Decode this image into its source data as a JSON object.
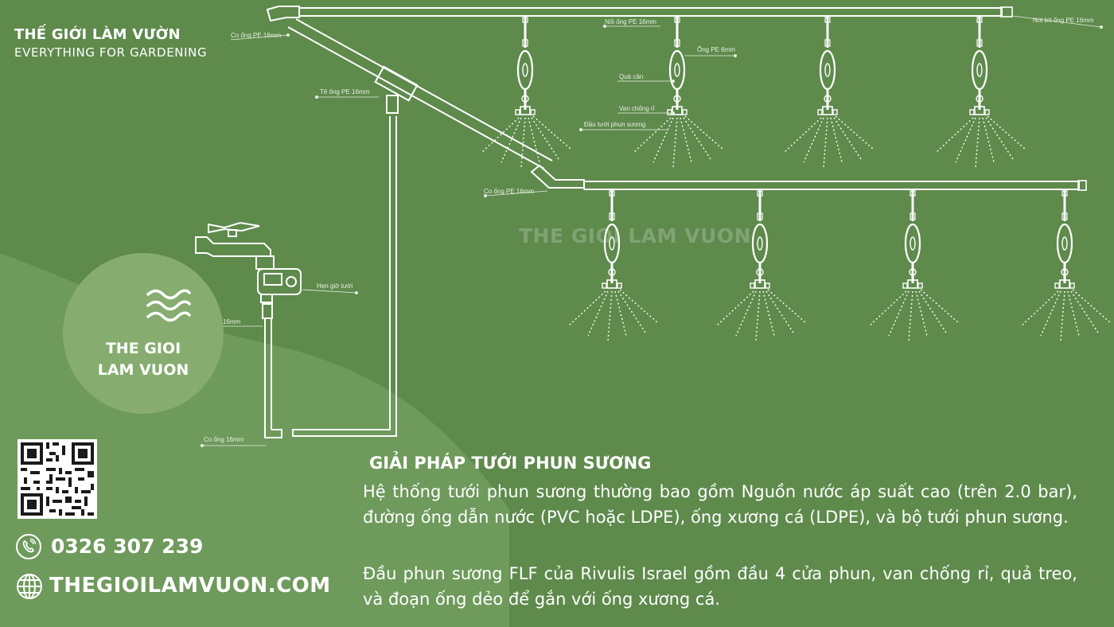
{
  "brand": {
    "title": "THẾ GIỚI LÀM VƯỜN",
    "subtitle": "EVERYTHING FOR GARDENING"
  },
  "logo": {
    "line1": "THE GIOI",
    "line2": "LAM VUON",
    "icon": "waves-icon"
  },
  "watermark": "THE GIOI LAM VUON",
  "diagram_labels": {
    "co_ong_top": "Co ống PE 16mm",
    "te_ong": "Tê ống PE 16mm",
    "co_ong_mid": "Co ống PE 16mm",
    "noi_ong": "Nối ống PE 16mm",
    "ong_pe": "Ống PE 6mm",
    "qua_can": "Quả cân",
    "van_chong_ri": "Van chống rỉ",
    "dau_tuoi": "Đầu tưới phun sương",
    "nut_bit": "Nút bít ống PE 16mm",
    "hen_gio": "Hẹn giờ tưới",
    "pipe_16": "16mm",
    "co_ong_bottom": "Co ống 16mm"
  },
  "contact": {
    "phone": "0326 307 239",
    "website": "THEGIOILAMVUON.COM",
    "phone_icon": "phone-icon",
    "globe_icon": "globe-icon"
  },
  "content": {
    "heading": "GIẢI PHÁP TƯỚI PHUN SƯƠNG",
    "paragraph1": "Hệ thống tưới phun sương thường bao gồm Nguồn nước áp suất cao (trên 2.0 bar), đường ống dẫn nước (PVC hoặc LDPE), ống xương cá (LDPE), và bộ tưới phun sương.",
    "paragraph2": "Đầu phun sương FLF của Rivulis Israel gồm đầu 4 cửa phun, van chống rỉ, quả treo, và đoạn ống dẻo để gắn với ống xương cá."
  },
  "colors": {
    "background": "#5e8a4c",
    "hill": "#6e9a5c",
    "logo_circle": "#86ad6f",
    "line": "#ffffff"
  }
}
